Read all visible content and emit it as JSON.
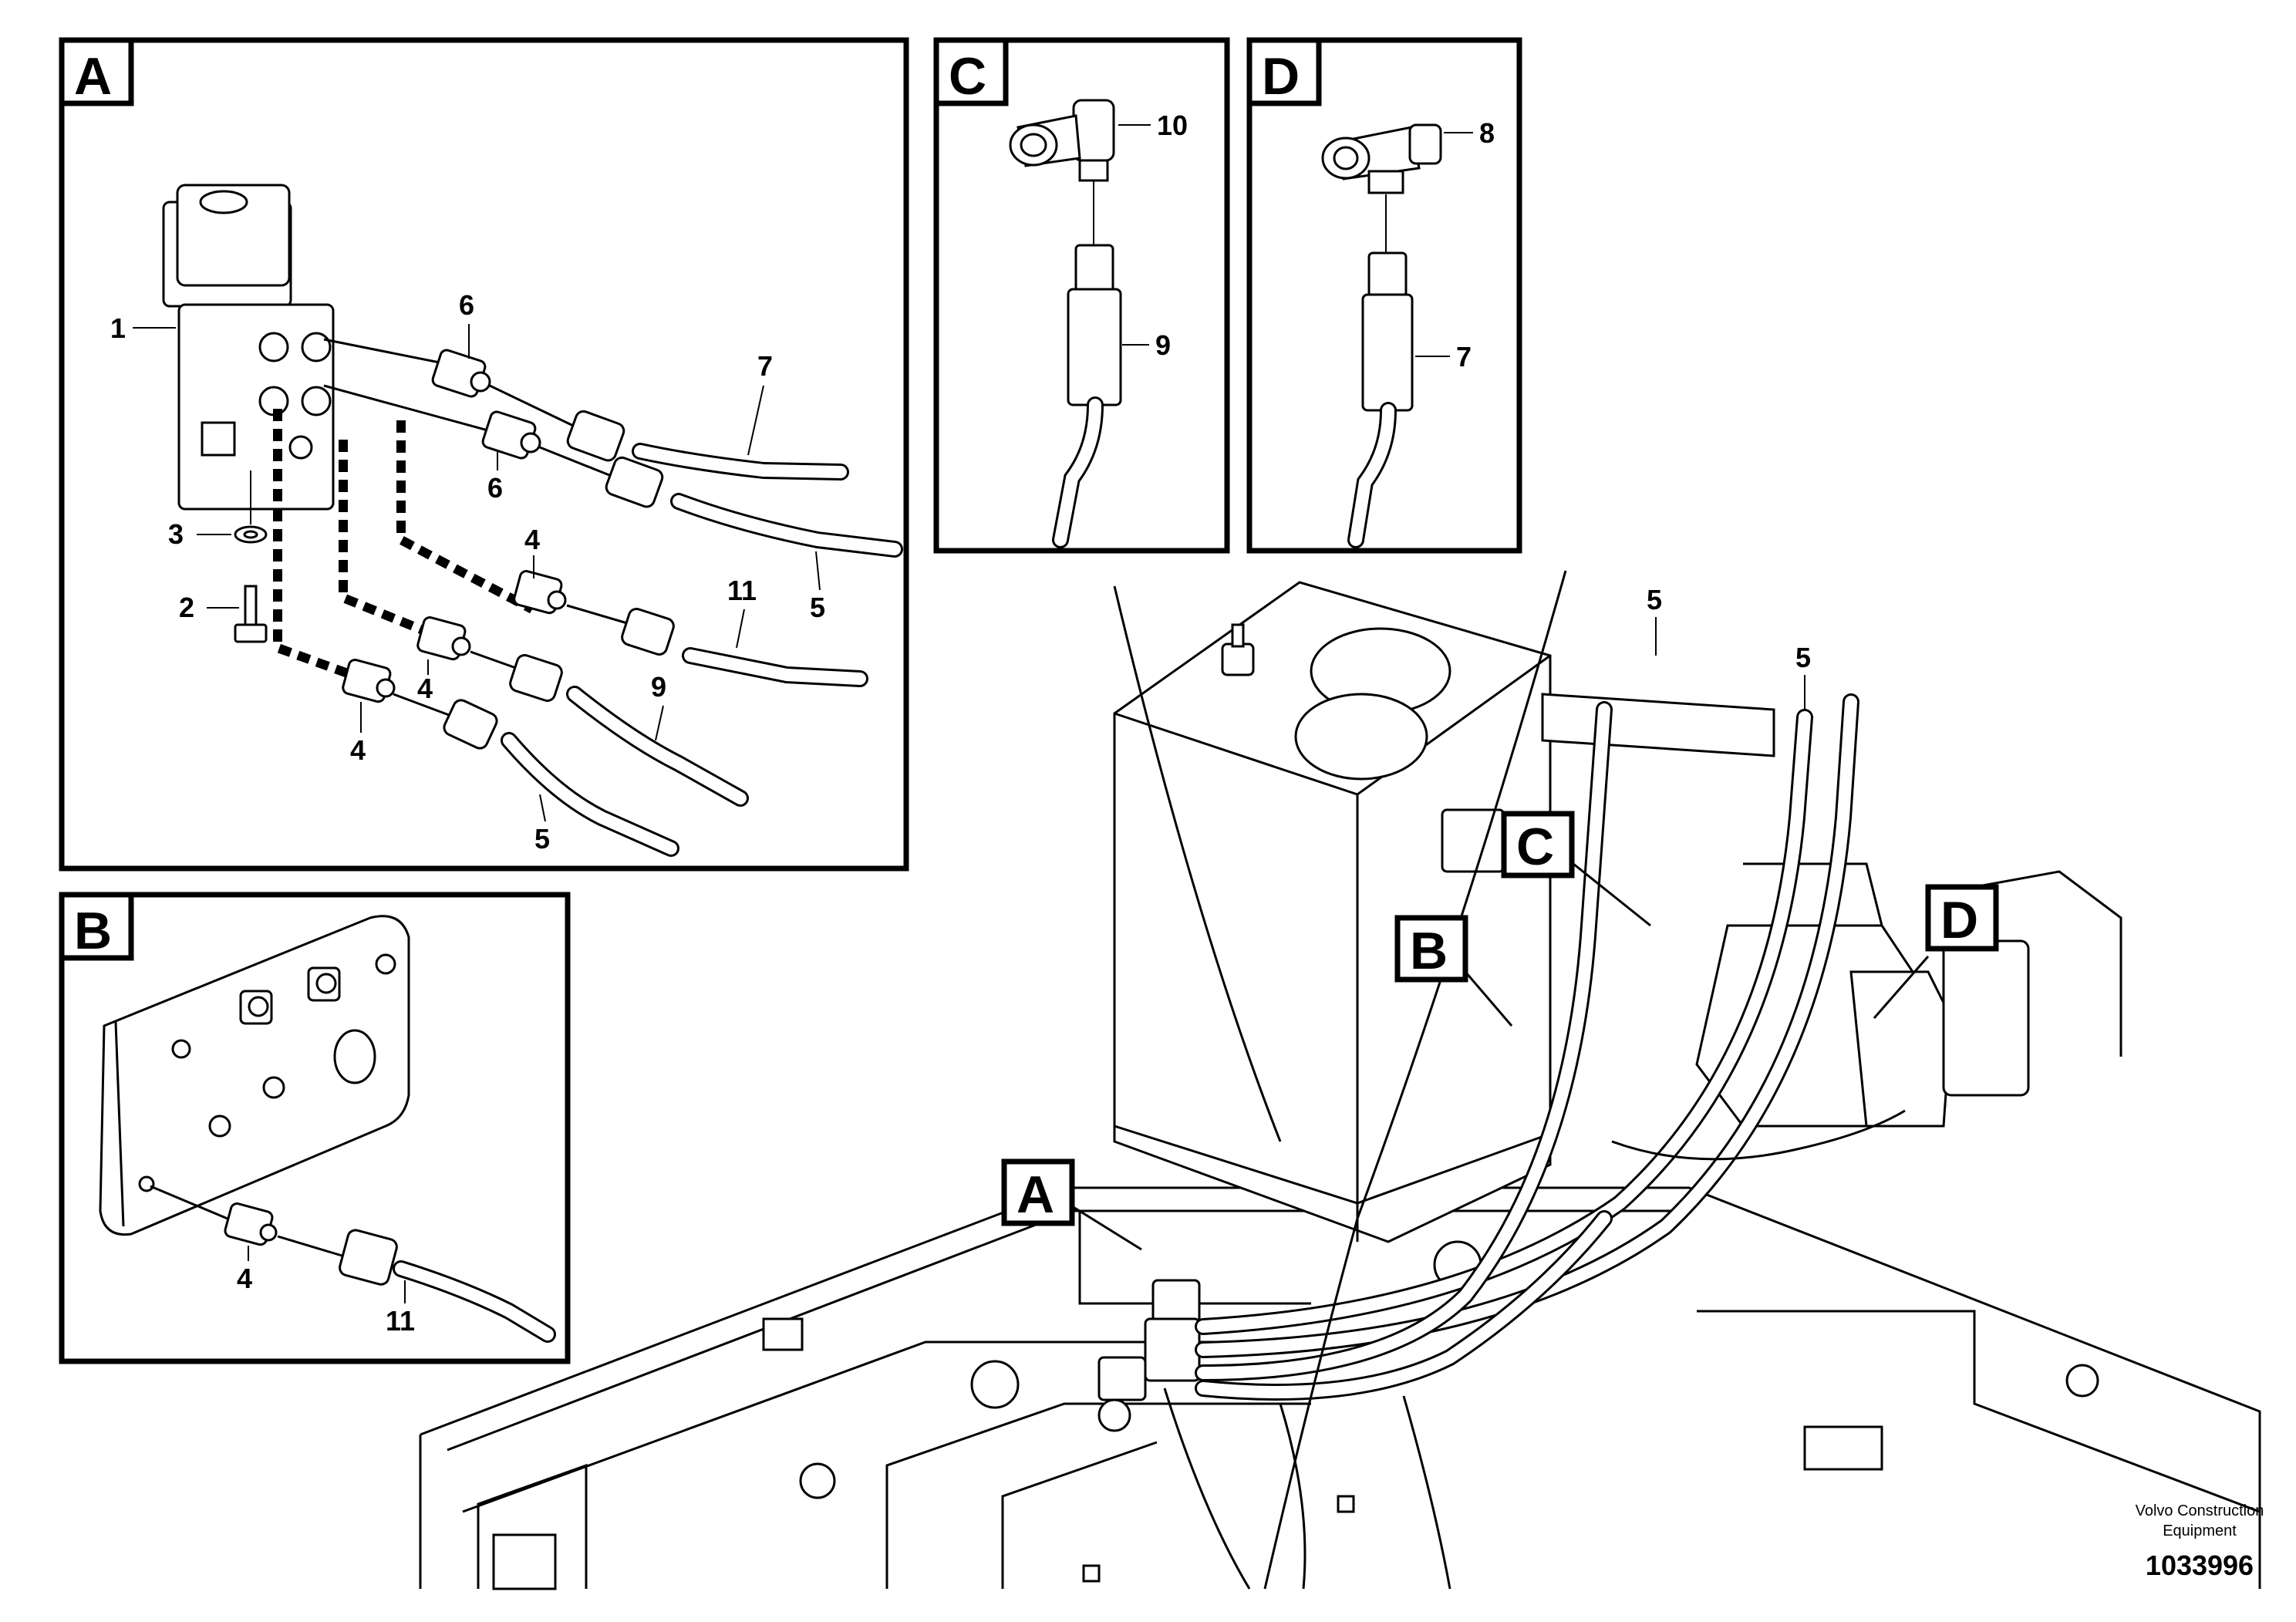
{
  "panels": {
    "a": {
      "tag": "A",
      "labels": [
        "1",
        "2",
        "3",
        "4",
        "4",
        "4",
        "5",
        "5",
        "6",
        "6",
        "7",
        "9",
        "11"
      ]
    },
    "b": {
      "tag": "B",
      "labels": [
        "4",
        "11"
      ]
    },
    "c": {
      "tag": "C",
      "labels": [
        "10",
        "9"
      ]
    },
    "d": {
      "tag": "D",
      "labels": [
        "8",
        "7"
      ]
    }
  },
  "machine_view": {
    "callouts": [
      "A",
      "B",
      "C",
      "D"
    ],
    "hose_labels": [
      "5",
      "5"
    ]
  },
  "footer": {
    "company_line1": "Volvo Construction",
    "company_line2": "Equipment",
    "document_number": "1033996"
  }
}
